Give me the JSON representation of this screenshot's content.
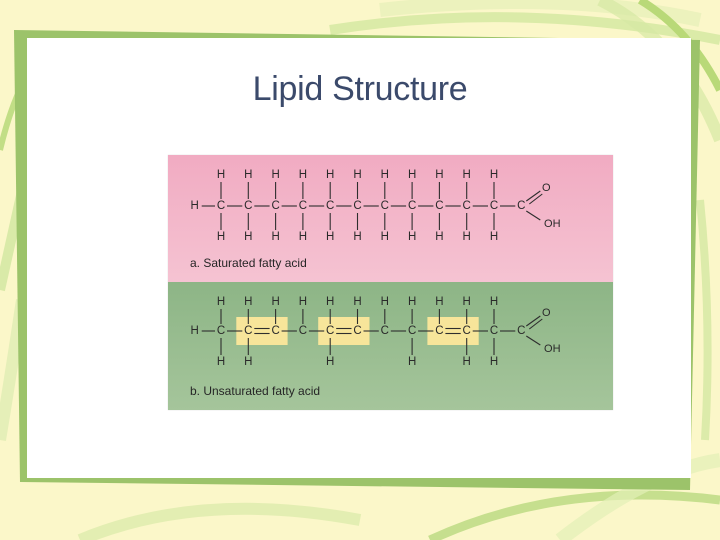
{
  "slide": {
    "title": "Lipid Structure",
    "theme_colors": {
      "background": "#fbf7c9",
      "frame": "#9cc36a",
      "title_text": "#3b4a6b",
      "saturated_panel": "#f2b0c4",
      "unsaturated_panel": "#94ba8e",
      "double_bond_highlight": "#f7e59a"
    }
  },
  "figure": {
    "saturated": {
      "caption": "a. Saturated fatty acid",
      "left_end": "H",
      "backbone": [
        "C",
        "C",
        "C",
        "C",
        "C",
        "C",
        "C",
        "C",
        "C",
        "C",
        "C",
        "C"
      ],
      "hydrogens_top": [
        "H",
        "H",
        "H",
        "H",
        "H",
        "H",
        "H",
        "H",
        "H",
        "H",
        "H"
      ],
      "hydrogens_bottom": [
        "H",
        "H",
        "H",
        "H",
        "H",
        "H",
        "H",
        "H",
        "H",
        "H",
        "H"
      ],
      "carboxyl": {
        "carbon": "C",
        "oxygen": "O",
        "hydroxyl": "OH"
      }
    },
    "unsaturated": {
      "caption": "b. Unsaturated fatty acid",
      "left_end": "H",
      "backbone": [
        "C",
        "C",
        "C",
        "C",
        "C",
        "C",
        "C",
        "C",
        "C",
        "C",
        "C",
        "C"
      ],
      "hydrogens_top": [
        "H",
        "H",
        "H",
        "H",
        "H",
        "H",
        "H",
        "H",
        "H",
        "H",
        "H"
      ],
      "hydrogens_bottom": [
        "H",
        "H",
        "",
        "",
        "H",
        "",
        "",
        "H",
        "",
        "H",
        "H"
      ],
      "double_bonds": [
        [
          1,
          2
        ],
        [
          4,
          5
        ],
        [
          8,
          9
        ]
      ],
      "carboxyl": {
        "carbon": "C",
        "oxygen": "O",
        "hydroxyl": "OH"
      }
    }
  }
}
